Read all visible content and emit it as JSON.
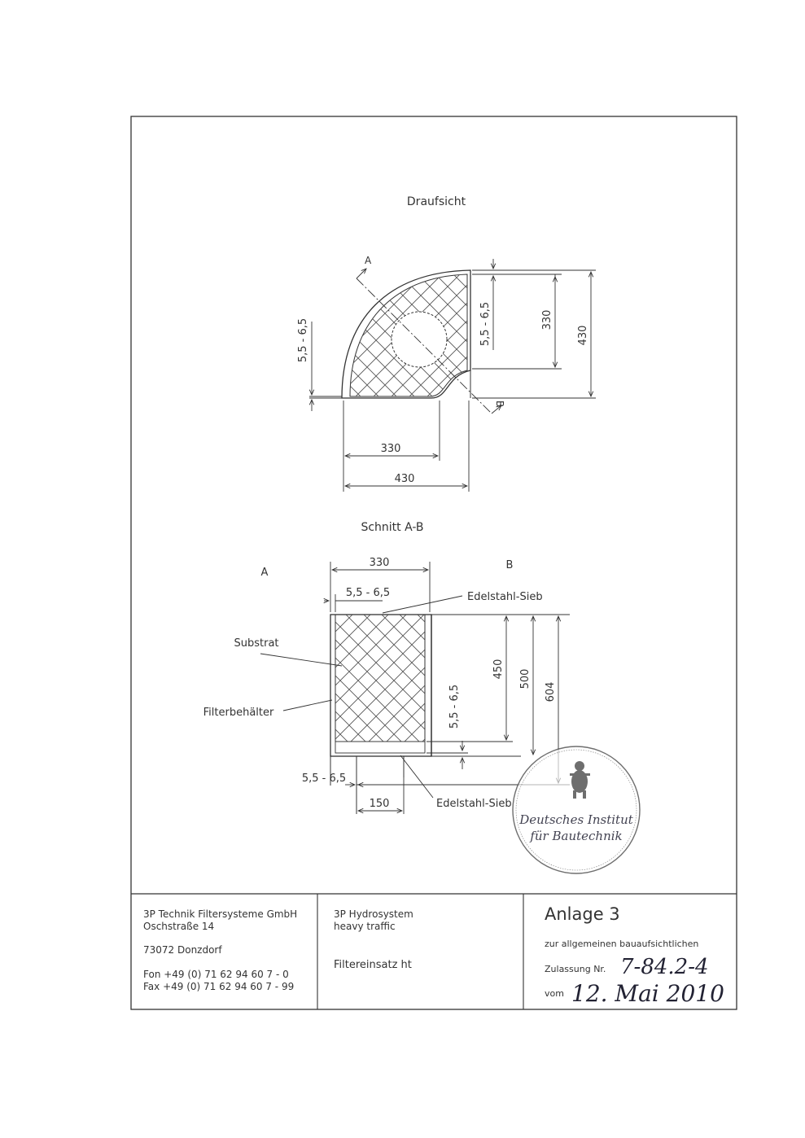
{
  "drawing": {
    "top_view_title": "Draufsicht",
    "section_title": "Schnitt A-B",
    "section_mark_a": "A",
    "section_mark_b": "B",
    "top_dims": {
      "wall_left": "5,5 - 6,5",
      "wall_right": "5,5 - 6,5",
      "inner_v": "330",
      "outer_v": "430",
      "inner_h": "330",
      "outer_h": "430"
    },
    "section": {
      "label_a": "A",
      "label_b": "B",
      "width": "330",
      "wall_top": "5,5 - 6,5",
      "sieve_top": "Edelstahl-Sieb",
      "substrat": "Substrat",
      "filterbehaelter": "Filterbehälter",
      "h_450": "450",
      "h_500": "500",
      "h_604": "604",
      "wall_mid": "5,5 - 6,5",
      "wall_bottom": "5,5 - 6,5",
      "outlet": "150",
      "sieve_bottom": "Edelstahl-Sieb"
    },
    "stamp": {
      "line1": "Deutsches Institut",
      "line2": "für Bautechnik"
    }
  },
  "title_block": {
    "company": {
      "name": "3P Technik Filtersysteme GmbH",
      "street": "Oschstraße 14",
      "city": "73072 Donzdorf",
      "phone": "Fon +49 (0) 71 62 94 60 7 - 0",
      "fax": "Fax +49 (0) 71 62 94 60 7 - 99"
    },
    "product": {
      "system": "3P Hydrosystem",
      "variant": "heavy traffic",
      "part": "Filtereinsatz ht"
    },
    "annex": {
      "title": "Anlage 3",
      "subtitle": "zur allgemeinen bauaufsichtlichen",
      "approval_label": "Zulassung Nr.",
      "approval_number": "7-84.2-4",
      "date_label": "vom",
      "date": "12. Mai 2010"
    }
  }
}
